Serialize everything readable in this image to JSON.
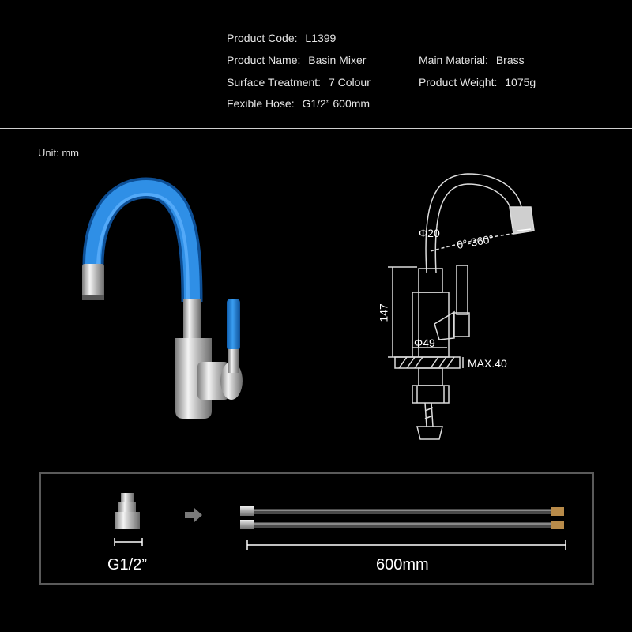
{
  "specs": {
    "product_code": {
      "key": "Product Code:",
      "value": "L1399"
    },
    "product_name": {
      "key": "Product Name:",
      "value": "Basin Mixer"
    },
    "surface_treatment": {
      "key": "Surface Treatment:",
      "value": "7 Colour"
    },
    "flexible_hose": {
      "key": "Fexible Hose:",
      "value": "G1/2” 600mm"
    },
    "main_material": {
      "key": "Main Material:",
      "value": "Brass"
    },
    "product_weight": {
      "key": "Product Weight:",
      "value": "1075g"
    }
  },
  "unit_label": "Unit: mm",
  "diagram": {
    "diameter_top": "Φ20",
    "rotation": "0°-360°",
    "height": "147",
    "diameter_base": "Φ49",
    "max_thickness": "MAX.40"
  },
  "hose": {
    "fitting_label": "G1/2”",
    "length_label": "600mm"
  },
  "colors": {
    "spout_blue": "#1e7fd6",
    "chrome": "#c8c8c8",
    "background": "#000000"
  }
}
